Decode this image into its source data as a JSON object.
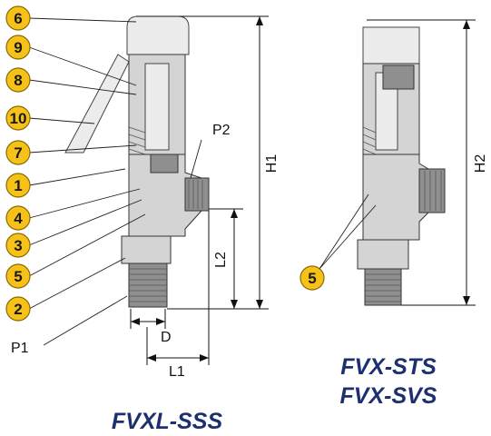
{
  "callouts_left": [
    "6",
    "9",
    "8",
    "10",
    "7",
    "1",
    "4",
    "3",
    "5",
    "2"
  ],
  "callout_right": "5",
  "labels": {
    "p1": "P1",
    "p2": "P2",
    "h1": "H1",
    "h2": "H2",
    "l1": "L1",
    "l2": "L2",
    "d": "D"
  },
  "models": {
    "left": "FVXL-SSS",
    "right_line1": "FVX-STS",
    "right_line2": "FVX-SVS"
  },
  "colors": {
    "badge": "#f6c21a",
    "model_text": "#1d2f6f"
  }
}
